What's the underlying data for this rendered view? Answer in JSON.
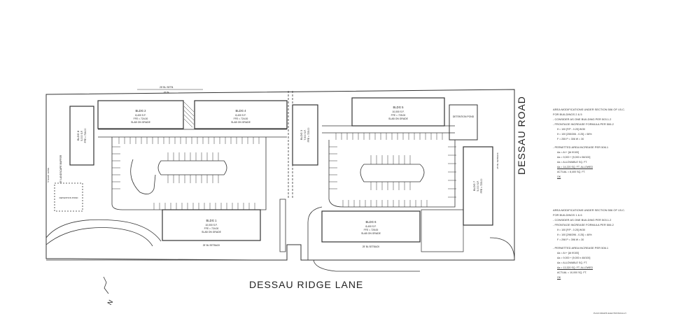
{
  "roads": {
    "south": "DESSAU RIDGE LANE",
    "east": "DESSAU ROAD"
  },
  "buildings": {
    "bldg1": {
      "name": "BLDG 1",
      "area": "10,000 S.F.",
      "ff": "FFE = 724.00",
      "slab": "SLAB ON GRADE"
    },
    "bldg2": {
      "name": "BLDG 2",
      "area": "8,400 S.F.",
      "ff": "FFE = 724.00",
      "slab": "SLAB ON GRADE"
    },
    "bldg3": {
      "name": "BLDG 3",
      "area": "7,500 S.F.",
      "ff": "FFE = 725.00"
    },
    "bldg4": {
      "name": "BLDG 4",
      "area": "8,400 S.F.",
      "ff": "FFE = 724.00",
      "slab": "SLAB ON GRADE"
    },
    "bldg5": {
      "name": "BLDG 5",
      "area": "10,000 S.F.",
      "ff": "FFE = 725.00",
      "slab": "SLAB ON GRADE"
    },
    "bldg6": {
      "name": "BLDG 6",
      "area": "8,400 S.F.",
      "ff": "FFE = 725.00",
      "slab": "SLAB ON GRADE"
    },
    "bldg7": {
      "name": "BLDG 7",
      "area": "5,000 S.F.",
      "ff": "FFE = 725.00"
    },
    "bldg8": {
      "name": "BLDG 8",
      "area": "5,000 S.F.",
      "ff": "FFE = 724.00"
    }
  },
  "ponds": {
    "west": "DETENTION POND",
    "east": "DETENTION POND"
  },
  "edge_labels": {
    "top_setback": "25' BL SETB.",
    "top_line": "25' BL",
    "bldg1_bottom": "25' BL SETBACK",
    "bldg6_bottom": "25' BL SETBACK",
    "west_easement": "25' LANDSCAPE BUFFER",
    "west_edge": "5' ELEC. EASE.",
    "east_edge": "25' BL SETBACK"
  },
  "notes_1": {
    "title_a": "AREA MODIFICATIONS UNDER SECTION 506 OF I.B.C.",
    "title_b": "FOR BUILDINGS 2 & 5",
    "item1": "- CONSIDER AS ONE BUILDING PER 503.1.2",
    "item2": "- FRONTAGE INCREASE FORMULA PER 506.2",
    "eq1": "If = 100 [F/P - 0.25] W/30",
    "eq2": "If = 100 [255/306 - 0.25] = 58%",
    "vals1": "F = 255   P = 306   W = 30",
    "item3": "- PERMITTED AREA INCREASE PER 506.1",
    "eq3": "Aa = At + [At If/100]",
    "eq4": "Aa = 9,000 + [9,000 x 58/100]",
    "eq5": "Aa = ALLOWABLE SQ. FT.",
    "eq6": "Aa = 14,220 SQ. FT. ALLOWED",
    "eq7": "ACTUAL = 8,400 SQ. FT.",
    "ok": "OK"
  },
  "notes_2": {
    "title_a": "AREA MODIFICATIONS UNDER SECTION 506 OF I.B.C.",
    "title_b": "FOR BUILDINGS 1 & 6",
    "item1": "- CONSIDER AS ONE BUILDING PER 503.1.2",
    "item2": "- FRONTAGE INCREASE FORMULA PER 506.2",
    "eq1": "If = 100 [F/P - 0.25] W/30",
    "eq2": "If = 100 [298/396 - 0.25] = 48%",
    "vals1": "F = 298   P = 396   W = 30",
    "item3": "- PERMITTED AREA INCREASE PER 506.1",
    "eq3": "Aa = At + [At If/100]",
    "eq4": "Aa = 9,000 + [9,000 x 48/100]",
    "eq5": "Aa = ALLOWABLE SQ. FT.",
    "eq6": "Aa = 13,320 SQ. FT. ALLOWED",
    "eq7": "ACTUAL = 10,000 SQ. FT.",
    "ok": "OK"
  },
  "credit": "PLAN DRAWN ELECTRONICALLY",
  "north_arrow": "N"
}
